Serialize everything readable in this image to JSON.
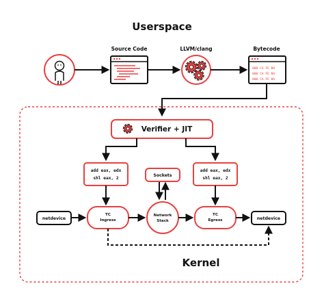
{
  "headings": {
    "userspace": "Userspace",
    "kernel": "Kernel"
  },
  "pipeline": {
    "source_code": "Source Code",
    "compiler": "LLVM/clang",
    "bytecode": "Bytecode",
    "bytecode_lines": [
      "000 CA FE BA",
      "000 CA FE BA",
      "000 CA FE BA"
    ]
  },
  "verifier": {
    "label": "Verifier + JIT"
  },
  "jit_code": {
    "left": [
      "add eax, edx",
      "shl eax, 2"
    ],
    "right": [
      "add eax, edx",
      "shl eax, 2"
    ]
  },
  "kernel_nodes": {
    "sockets": "Sockets",
    "netdevice_in": "netdevice",
    "tc_ingress": [
      "TC",
      "Ingress"
    ],
    "network_stack": [
      "Network",
      "Stack"
    ],
    "tc_egress": [
      "TC",
      "Egress"
    ],
    "netdevice_out": "netdevice"
  },
  "colors": {
    "accent": "#e8403f",
    "ink": "#111111",
    "background": "#ffffff"
  },
  "icons": [
    "user-avatar-icon",
    "gears-icon",
    "gear-icon"
  ]
}
